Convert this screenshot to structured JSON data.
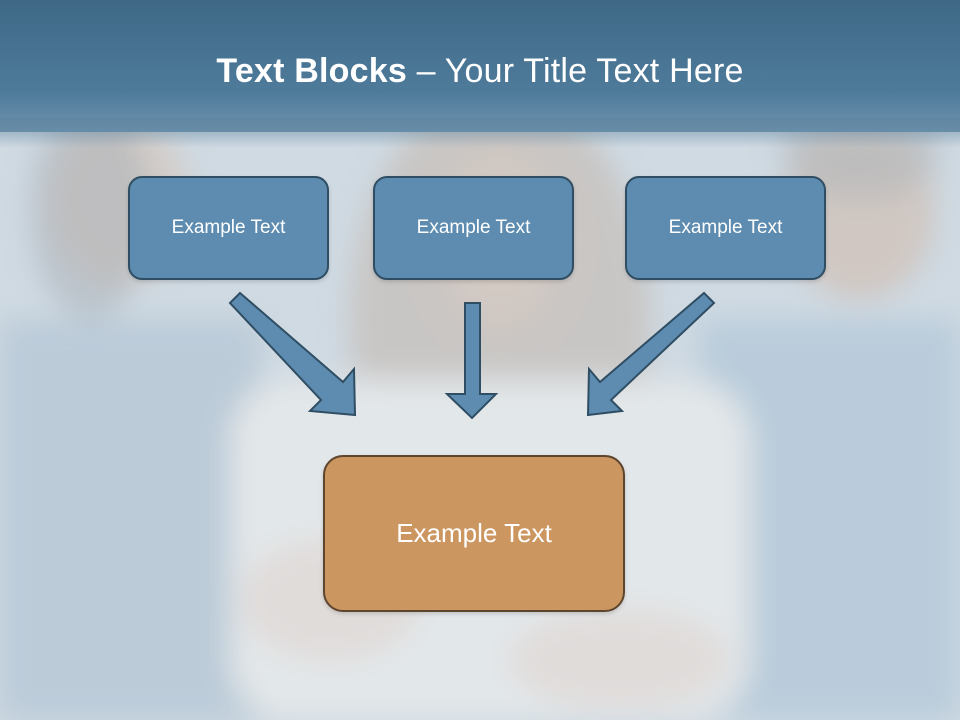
{
  "title": {
    "bold": "Text Blocks",
    "dash": " – ",
    "rest": "Your Title Text Here"
  },
  "top_blocks": [
    "Example Text",
    "Example Text",
    "Example Text"
  ],
  "bottom_block": "Example Text",
  "colors": {
    "title_bar": "#4f7b9b",
    "block_fill": "#5d8cb0",
    "block_border": "#2f4d63",
    "bottom_fill": "#cc9660",
    "bottom_border": "#5e452e",
    "arrow_fill": "#5d8cb0"
  }
}
